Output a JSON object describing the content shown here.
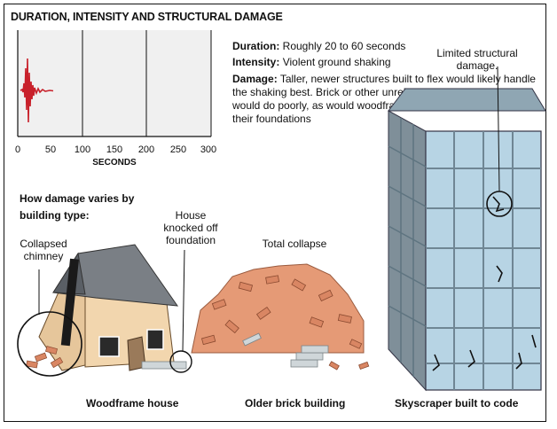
{
  "title": "DURATION, INTENSITY AND STRUCTURAL DAMAGE",
  "info": {
    "duration_label": "Duration:",
    "duration_text": "Roughly 20 to 60 seconds",
    "intensity_label": "Intensity:",
    "intensity_text": "Violent ground shaking",
    "damage_label": "Damage:",
    "damage_text": "Taller, newer structures built to flex would likely handle the shaking best. Brick or other unreinforced masonry buildings would do poorly, as would woodframe structures that aren’t tied to their foundations"
  },
  "seismograph": {
    "ticks": [
      "0",
      "50",
      "100",
      "150",
      "200",
      "250",
      "300"
    ],
    "xlabel": "SECONDS",
    "signal_color": "#c8202a"
  },
  "how_damage": "How damage varies by building type:",
  "callouts": {
    "chimney": "Collapsed chimney",
    "house_off": "House knocked off foundation",
    "total_collapse": "Total collapse",
    "limited": "Limited structural damage."
  },
  "captions": {
    "woodframe": "Woodframe house",
    "brick": "Older brick building",
    "skyscraper": "Skyscraper built to code"
  },
  "colors": {
    "house_wall": "#f2d6ae",
    "roof": "#7a7f85",
    "brick": "#e59a76",
    "glass": "#b7d4e4",
    "building_side": "#7f8f99"
  }
}
